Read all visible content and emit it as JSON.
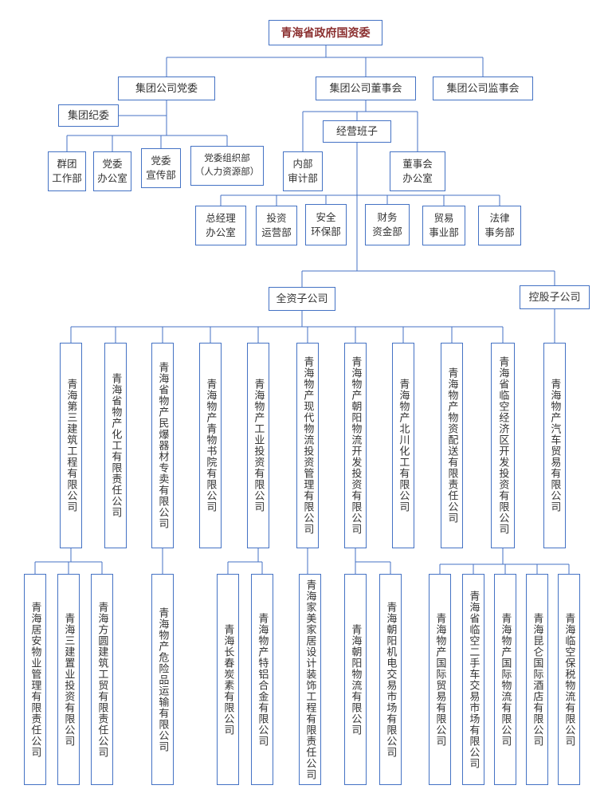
{
  "org": {
    "root": {
      "label": "青海省政府国资委"
    },
    "party": {
      "label": "集团公司党委"
    },
    "board": {
      "label": "集团公司董事会"
    },
    "supervisory": {
      "label": "集团公司监事会"
    },
    "discipline": {
      "label": "集团纪委"
    },
    "management": {
      "label": "经营班子"
    },
    "party_departments": [
      {
        "label": "群团\n工作部"
      },
      {
        "label": "党委\n办公室"
      },
      {
        "label": "党委\n宣传部"
      },
      {
        "label": "党委组织部\n（人力资源部）"
      }
    ],
    "board_departments": [
      {
        "label": "内部\n审计部"
      },
      {
        "label": "董事会\n办公室"
      }
    ],
    "management_departments": [
      {
        "label": "总经理\n办公室"
      },
      {
        "label": "投资\n运营部"
      },
      {
        "label": "安全\n环保部"
      },
      {
        "label": "财务\n资金部"
      },
      {
        "label": "贸易\n事业部"
      },
      {
        "label": "法律\n事务部"
      }
    ],
    "wholly_owned_header": {
      "label": "全资子公司"
    },
    "holding_header": {
      "label": "控股子公司"
    },
    "wholly_owned_subsidiaries": [
      {
        "label": "青海第三建筑工程有限公司"
      },
      {
        "label": "青海省物产化工有限责任公司"
      },
      {
        "label": "青海省物产民爆器材专卖有限公司"
      },
      {
        "label": "青海物产青物书院有限公司"
      },
      {
        "label": "青海物产工业投资有限公司"
      },
      {
        "label": "青海物产现代物流投资管理有限公司"
      },
      {
        "label": "青海物产朝阳物流开发投资有限公司"
      },
      {
        "label": "青海物产北川化工有限公司"
      },
      {
        "label": "青海物产物资配送有限责任公司"
      },
      {
        "label": "青海省临空经济区开发投资有限公司"
      }
    ],
    "holding_subsidiaries": [
      {
        "label": "青海物产汽车贸易有限公司"
      }
    ],
    "second_tier": [
      {
        "label": "青海居安物业管理有限责任公司"
      },
      {
        "label": "青海三建置业投资有限公司"
      },
      {
        "label": "青海方圆建筑工贸有限责任公司"
      },
      {
        "label": "青海物产危险品运输有限公司"
      },
      {
        "label": "青海长春炭素有限公司"
      },
      {
        "label": "青海物产特铝合金有限公司"
      },
      {
        "label": "青海家美家居设计装饰工程有限责任公司"
      },
      {
        "label": "青海朝阳物流有限公司"
      },
      {
        "label": "青海朝阳机电交易市场有限公司"
      },
      {
        "label": "青海物产国际贸易有限公司"
      },
      {
        "label": "青海省临空二手车交易市场有限公司"
      },
      {
        "label": "青海物产国际物流有限公司"
      },
      {
        "label": "青海昆仑国际酒店有限公司"
      },
      {
        "label": "青海临空保税物流有限公司"
      }
    ]
  },
  "colors": {
    "line": "#4472c4",
    "text": "#333333",
    "root_text": "#8b3030",
    "background": "#ffffff"
  }
}
